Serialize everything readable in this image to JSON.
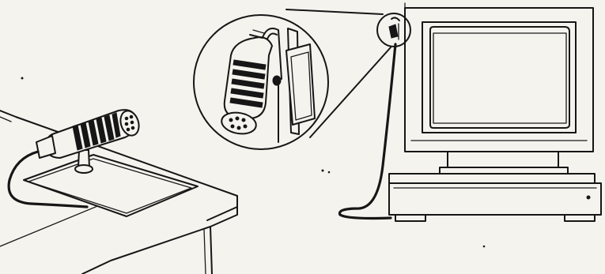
{
  "illustration": {
    "subjects": [
      "desk-microphone",
      "computer-monitor",
      "computer-base-unit",
      "clip-on-microphone"
    ],
    "style": "black line art on off-white paper",
    "colors": {
      "ink": "#161616",
      "paper": "#f4f3ee"
    }
  }
}
